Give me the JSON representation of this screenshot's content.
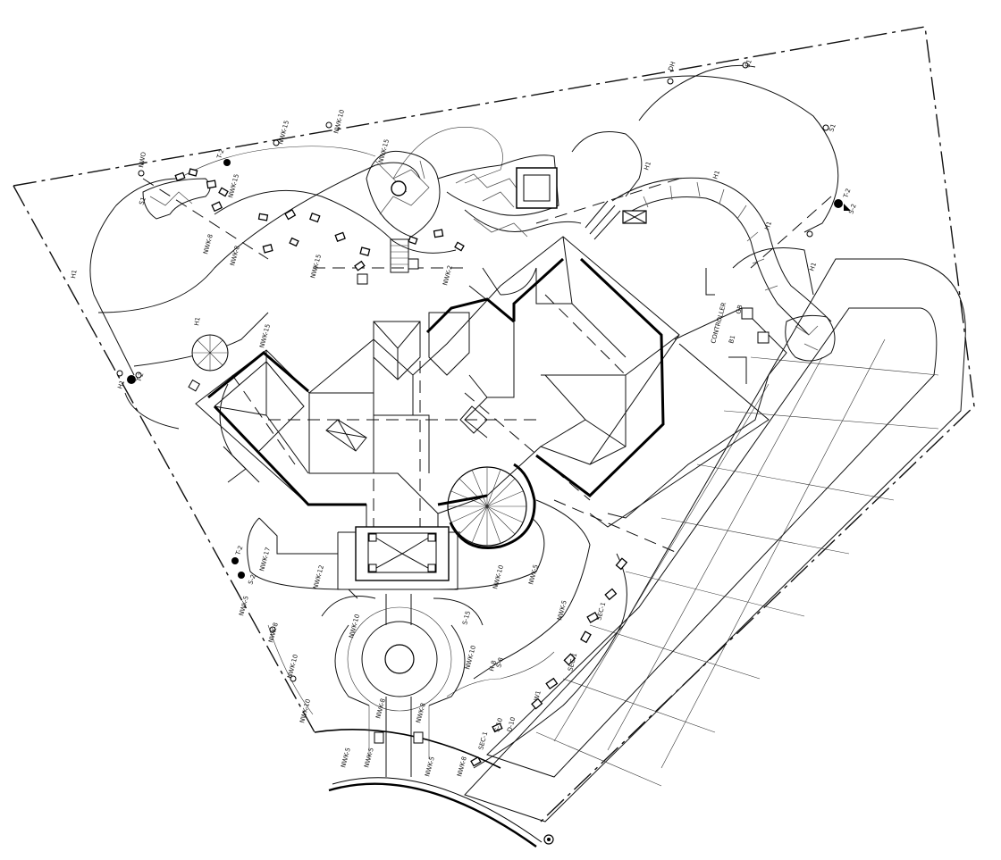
{
  "drawing": {
    "labels": [
      {
        "key": "nwo",
        "text": "NWO"
      },
      {
        "key": "h1",
        "text": "H1"
      },
      {
        "key": "h1b",
        "text": "H1"
      },
      {
        "key": "h1c",
        "text": "H1"
      },
      {
        "key": "h1d",
        "text": "H1"
      },
      {
        "key": "h1e",
        "text": "H1"
      },
      {
        "key": "h1f",
        "text": "H1"
      },
      {
        "key": "h1g",
        "text": "H1"
      },
      {
        "key": "s1",
        "text": "S1"
      },
      {
        "key": "s1b",
        "text": "S1"
      },
      {
        "key": "s1c",
        "text": "S1"
      },
      {
        "key": "nwk15a",
        "text": "NWK-15"
      },
      {
        "key": "nwk15b",
        "text": "NWK-15"
      },
      {
        "key": "nwk15c",
        "text": "NWK-15"
      },
      {
        "key": "nwk15d",
        "text": "NWK-15"
      },
      {
        "key": "nwk15e",
        "text": "NWK-15"
      },
      {
        "key": "nwk10a",
        "text": "NWK-10"
      },
      {
        "key": "nwk10b",
        "text": "NWK-10"
      },
      {
        "key": "nwk10c",
        "text": "NWK-10"
      },
      {
        "key": "nwk10d",
        "text": "NWK-10"
      },
      {
        "key": "nwk10e",
        "text": "NWK-10"
      },
      {
        "key": "nwk10f",
        "text": "NWK-10"
      },
      {
        "key": "nwk8a",
        "text": "NWK-8"
      },
      {
        "key": "nwk8b",
        "text": "NWK-8"
      },
      {
        "key": "nwk8c",
        "text": "NWK-8"
      },
      {
        "key": "nwk8d",
        "text": "NWK-8"
      },
      {
        "key": "nwk8e",
        "text": "NWK-8"
      },
      {
        "key": "nwk8f",
        "text": "NWK-8"
      },
      {
        "key": "nwk5a",
        "text": "NWK-5"
      },
      {
        "key": "nwk5b",
        "text": "NWK-5"
      },
      {
        "key": "nwk5c",
        "text": "NWK-5"
      },
      {
        "key": "nwk5d",
        "text": "NWK-5"
      },
      {
        "key": "nwk5e",
        "text": "NWK-5"
      },
      {
        "key": "nwk5f",
        "text": "NWK-5"
      },
      {
        "key": "nwk12",
        "text": "NWK-12"
      },
      {
        "key": "nwk17",
        "text": "NWK-17"
      },
      {
        "key": "nwk2",
        "text": "NWK-2"
      },
      {
        "key": "t2a",
        "text": "T-2"
      },
      {
        "key": "t2b",
        "text": "T-2"
      },
      {
        "key": "t2c",
        "text": "T-2"
      },
      {
        "key": "t2d",
        "text": "T-2"
      },
      {
        "key": "s2a",
        "text": "S-2"
      },
      {
        "key": "s2b",
        "text": "S-2"
      },
      {
        "key": "s8",
        "text": "S-8"
      },
      {
        "key": "s15",
        "text": "S-15"
      },
      {
        "key": "dh",
        "text": "DH"
      },
      {
        "key": "w1",
        "text": "W1"
      },
      {
        "key": "gb",
        "text": "GB"
      },
      {
        "key": "sec1",
        "text": "SEC-1"
      },
      {
        "key": "sec1b",
        "text": "SEC-1"
      },
      {
        "key": "sec1c",
        "text": "SEC-1"
      },
      {
        "key": "d10",
        "text": "D-10"
      },
      {
        "key": "h8",
        "text": "H-8"
      },
      {
        "key": "s10",
        "text": "S-10"
      },
      {
        "key": "b1",
        "text": "B1"
      },
      {
        "key": "controller",
        "text": "CONTROLLER"
      }
    ]
  }
}
